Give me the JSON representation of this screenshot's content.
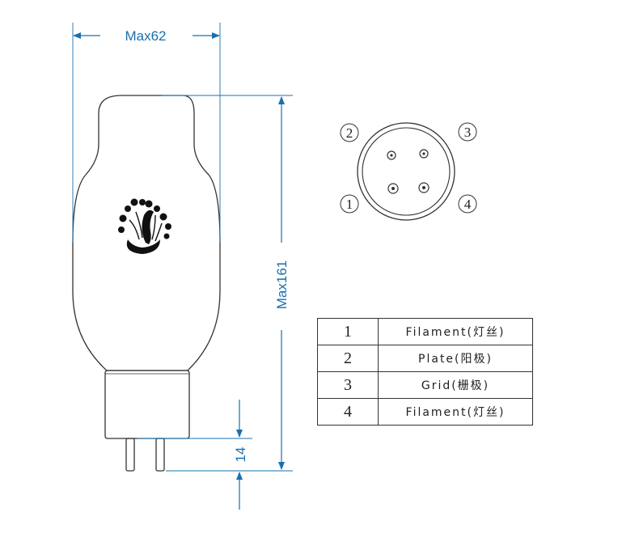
{
  "dimensions": {
    "width_label": "Max62",
    "height_label": "Max161",
    "pin_length_label": "14"
  },
  "pin_diagram": {
    "labels": [
      "1",
      "2",
      "3",
      "4"
    ]
  },
  "pin_table": {
    "rows": [
      {
        "num": "1",
        "name": "Filament(灯丝)"
      },
      {
        "num": "2",
        "name": "Plate(阳极)"
      },
      {
        "num": "3",
        "name": "Grid(栅极)"
      },
      {
        "num": "4",
        "name": "Filament(灯丝)"
      }
    ]
  },
  "colors": {
    "dimension": "#1a6fae",
    "outline": "#333333"
  }
}
